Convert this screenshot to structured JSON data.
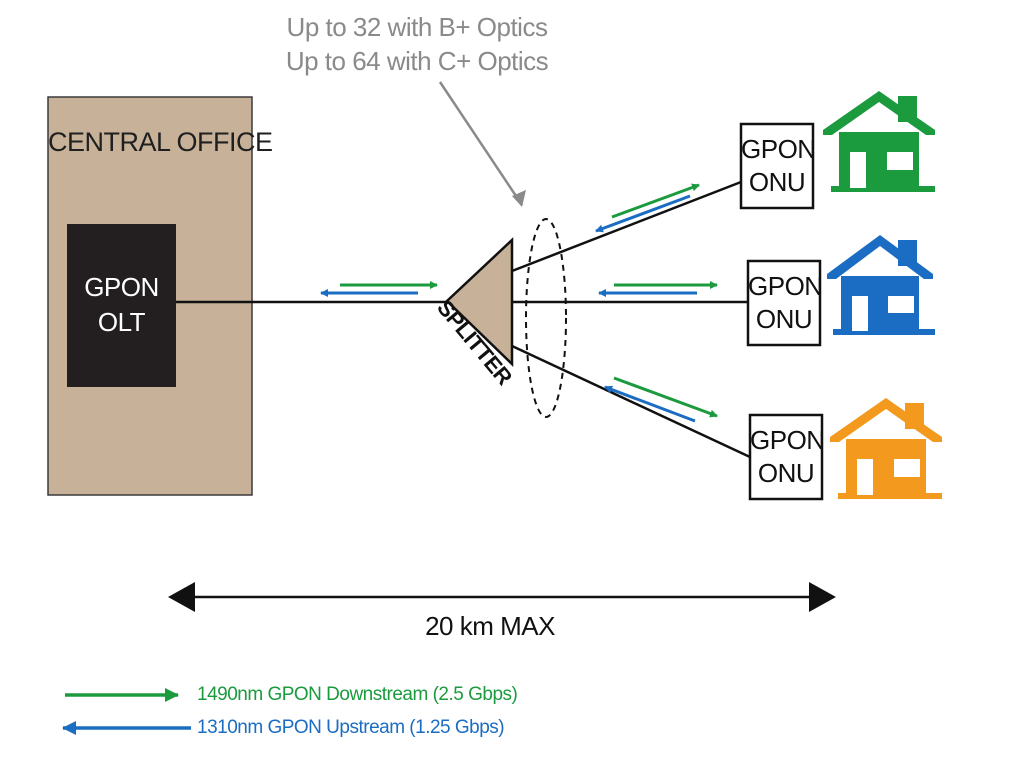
{
  "note": {
    "line1": "Up to 32 with B+ Optics",
    "line2": "Up to 64 with C+ Optics"
  },
  "central_office": {
    "title": "CENTRAL OFFICE",
    "olt_line1": "GPON",
    "olt_line2": "OLT"
  },
  "splitter": {
    "label": "SPLITTER"
  },
  "onus": [
    {
      "line1": "GPON",
      "line2": "ONU",
      "house_color": "#1b9a3e"
    },
    {
      "line1": "GPON",
      "line2": "ONU",
      "house_color": "#1a6dc2"
    },
    {
      "line1": "GPON",
      "line2": "ONU",
      "house_color": "#f39a1e"
    }
  ],
  "distance": {
    "label": "20 km MAX"
  },
  "legend": [
    {
      "label": "1490nm GPON Downstream (2.5 Gbps)",
      "color": "#1b9a3e",
      "direction": "right"
    },
    {
      "label": "1310nm GPON Upstream (1.25 Gbps)",
      "color": "#1a6dc2",
      "direction": "left"
    }
  ],
  "colors": {
    "central_office_fill": "#c7b299",
    "olt_fill": "#231f20",
    "note_gray": "#8a8a8a"
  }
}
